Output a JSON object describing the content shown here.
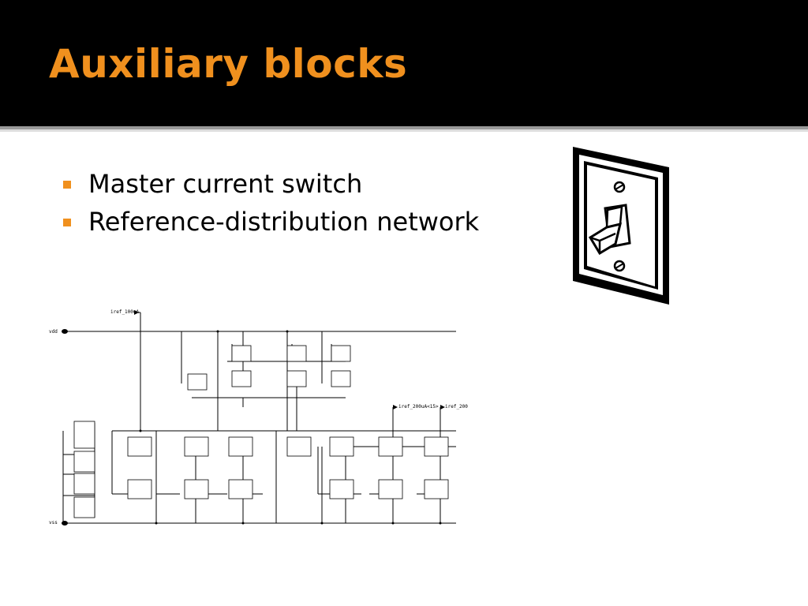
{
  "slide": {
    "title": "Auxiliary blocks",
    "bullets": [
      "Master current switch",
      "Reference-distribution network"
    ]
  },
  "schematic": {
    "net_labels": {
      "iref_in": "iref_100uA",
      "vdd": "vdd",
      "vss": "vss",
      "iref_out_1": "iref_200uA<15>",
      "iref_out_2": "iref_200"
    }
  },
  "colors": {
    "title_band": "#000000",
    "accent": "#f0901e",
    "text": "#000000"
  },
  "icons": [
    "light-switch-icon",
    "bullet-square-icon"
  ]
}
